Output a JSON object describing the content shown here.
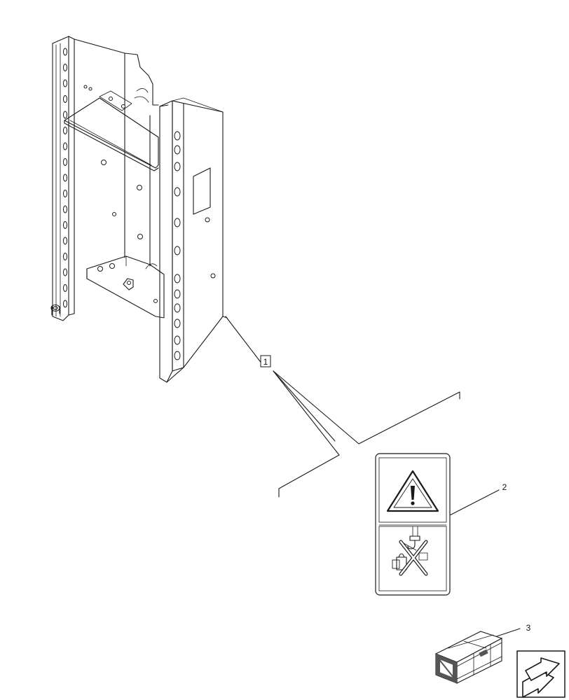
{
  "callouts": [
    {
      "id": "1",
      "label": "1"
    },
    {
      "id": "2",
      "label": "2"
    },
    {
      "id": "3",
      "label": "3"
    }
  ],
  "icons": {
    "warning": "warning-triangle-icon",
    "no_lift": "no-lifting-hook-icon",
    "next_page": "arrow-next-icon"
  },
  "colors": {
    "line": "#1a1a1a",
    "background": "#ffffff",
    "crate_shade": "#555555"
  }
}
